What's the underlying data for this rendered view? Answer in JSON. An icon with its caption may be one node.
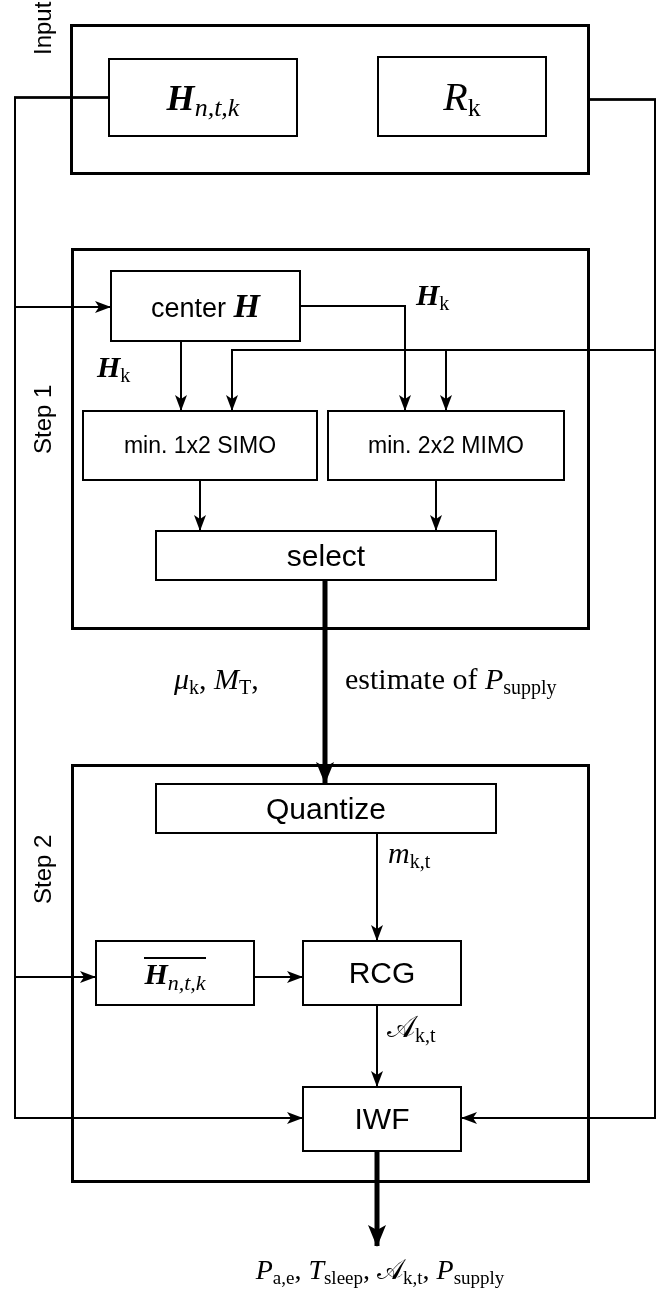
{
  "diagram": {
    "nodes": [
      {
        "text": [
          "Input"
        ]
      },
      {
        "text": [
          "**H**$_{n,t,k}$"
        ],
        "in": 0
      },
      {
        "text": [
          "*R*$_{k}$"
        ],
        "in": 0
      },
      {
        "text": [
          "Step 1"
        ]
      },
      {
        "text": [
          "center **H**"
        ],
        "in": 3
      },
      {
        "text": [
          "min. 1x2 SIMO"
        ],
        "in": 3
      },
      {
        "text": [
          "min. 2x2 MIMO"
        ],
        "in": 3
      },
      {
        "text": [
          "select"
        ],
        "in": 3
      },
      {
        "text": [
          "Step 2"
        ]
      },
      {
        "text": [
          "Quantize"
        ],
        "in": 8
      },
      {
        "text": [
          "**H**$_{n,t,k}$"
        ],
        "in": 8
      },
      {
        "text": [
          "RCG"
        ],
        "in": 8
      },
      {
        "text": [
          "IWF"
        ],
        "in": 8
      },
      {
        "text": [
          "*P*$_{a,e}$, *T*$_{sleep}$, 𝒜$_{k,t}$, *P*$_{supply}$"
        ]
      }
    ],
    "edges": [
      {
        "from": 1,
        "to": 4,
        "arrow": "to"
      },
      {
        "from": 1,
        "to": 10,
        "arrow": "to"
      },
      {
        "from": 1,
        "to": 12,
        "arrow": "to"
      },
      {
        "from": 0,
        "to": 5,
        "arrow": "to"
      },
      {
        "from": 0,
        "to": 6,
        "arrow": "to"
      },
      {
        "from": 0,
        "to": 12,
        "arrow": "to"
      },
      {
        "from": 4,
        "to": 5,
        "arrow": "to",
        "label": "**H**$_{k}$"
      },
      {
        "from": 4,
        "to": 6,
        "arrow": "to",
        "label": "**H**$_{k}$"
      },
      {
        "from": 5,
        "to": 7,
        "arrow": "to"
      },
      {
        "from": 6,
        "to": 7,
        "arrow": "to"
      },
      {
        "from": 7,
        "to": 9,
        "arrow": "to",
        "label": "*μ*$_{k}$, *M*$_{T}$,",
        "style": "thick"
      },
      {
        "from": 9,
        "to": 11,
        "arrow": "to",
        "label": "*m*$_{k,t}$"
      },
      {
        "from": 10,
        "to": 11,
        "arrow": "to"
      },
      {
        "from": 11,
        "to": 12,
        "arrow": "to",
        "label": "𝒜$_{k,t}$"
      },
      {
        "from": 12,
        "to": 13,
        "arrow": "to",
        "style": "thick"
      }
    ],
    "labels": [
      "estimate of *P*$_{supply}$"
    ]
  }
}
